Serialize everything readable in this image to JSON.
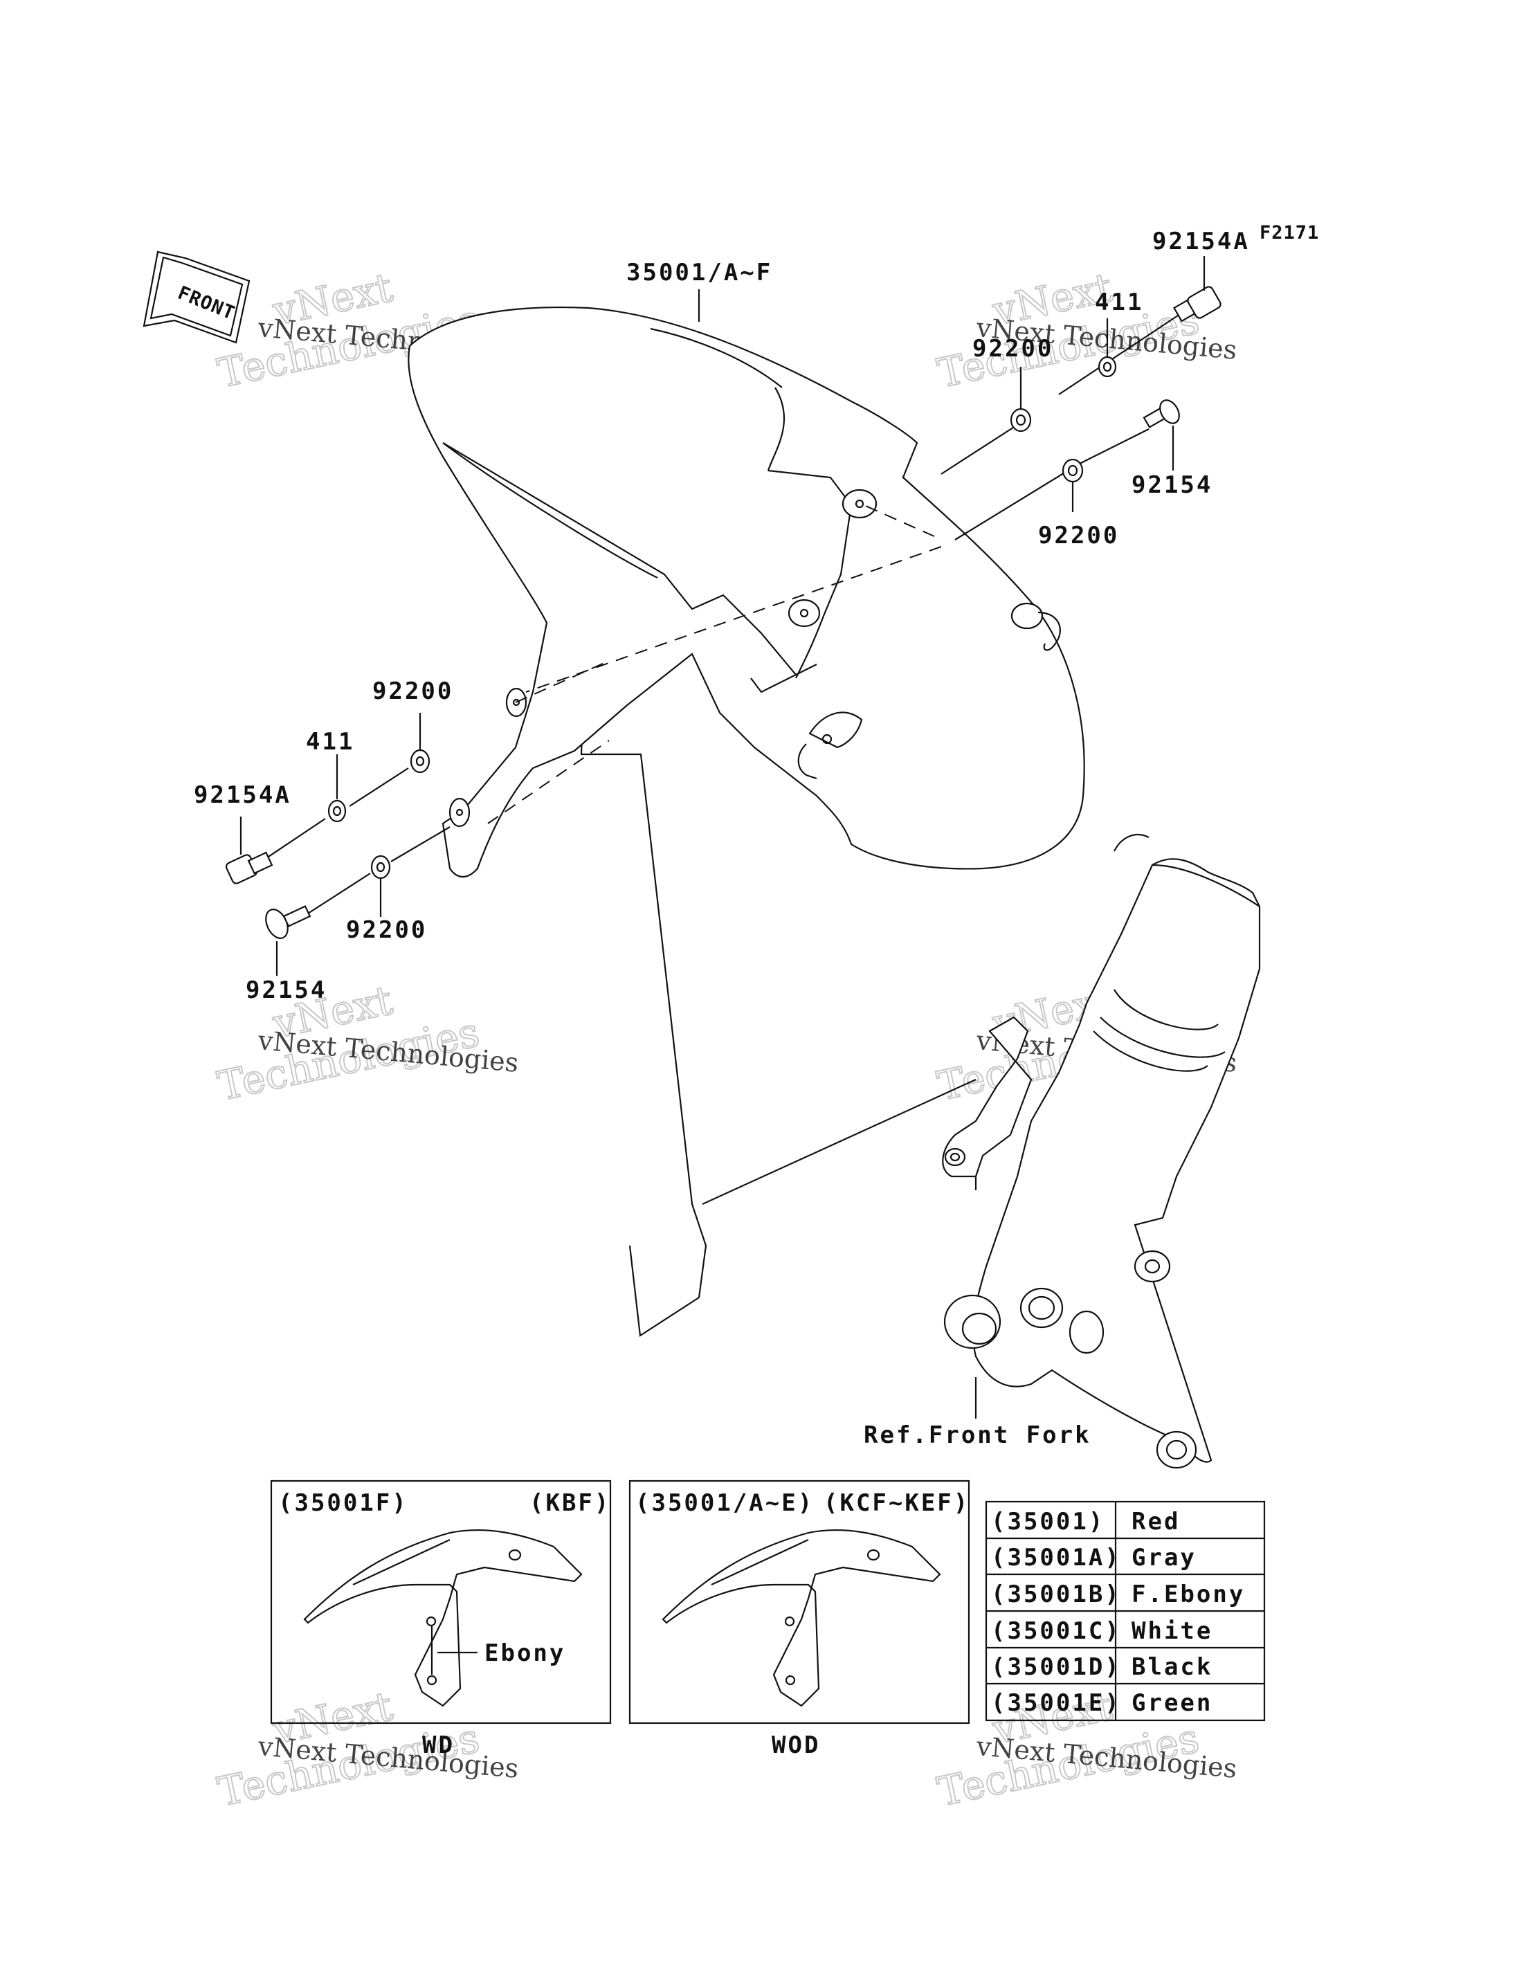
{
  "figure_code": "F2171",
  "front_arrow": "FRONT",
  "callouts": {
    "fender": "35001/A~F",
    "bolt_a_right": "92154A",
    "collar_right": "411",
    "washer_right_upper": "92200",
    "bolt_right": "92154",
    "washer_right_lower": "92200",
    "washer_left_upper": "92200",
    "collar_left": "411",
    "bolt_a_left": "92154A",
    "washer_left_lower": "92200",
    "bolt_left": "92154",
    "front_fork_ref": "Ref.Front Fork"
  },
  "inset_wd": {
    "part": "(35001F)",
    "code": "(KBF)",
    "note": "Ebony",
    "caption": "WD"
  },
  "inset_wod": {
    "part": "(35001/A~E)",
    "code": "(KCF~KEF)",
    "caption": "WOD"
  },
  "color_table": [
    {
      "part": "(35001)",
      "color": "Red"
    },
    {
      "part": "(35001A)",
      "color": "Gray"
    },
    {
      "part": "(35001B)",
      "color": "F.Ebony"
    },
    {
      "part": "(35001C)",
      "color": "White"
    },
    {
      "part": "(35001D)",
      "color": "Black"
    },
    {
      "part": "(35001E)",
      "color": "Green"
    }
  ],
  "watermark": {
    "line1": "vNext Technologies",
    "logo_top": "vNext",
    "logo_bottom": "Technologies"
  }
}
